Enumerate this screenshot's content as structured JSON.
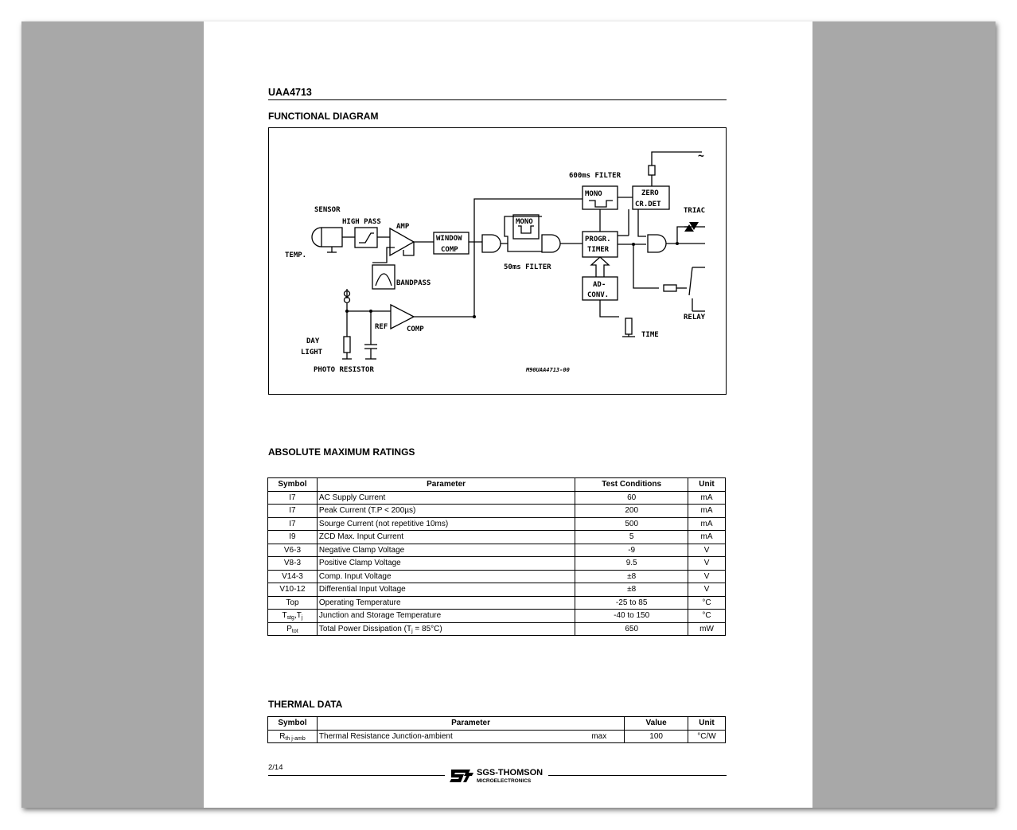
{
  "document": {
    "part_number": "UAA4713",
    "page_number": "2/14",
    "brand": {
      "name": "SGS-THOMSON",
      "sub": "MICROELECTRONICS"
    }
  },
  "sections": {
    "functional_diagram": "FUNCTIONAL  DIAGRAM",
    "absolute_max": "ABSOLUTE MAXIMUM RATINGS",
    "thermal": "THERMAL DATA"
  },
  "diagram": {
    "labels": {
      "sensor": "SENSOR",
      "high_pass": "HIGH PASS",
      "amp": "AMP",
      "temp": "TEMP.",
      "bandpass": "BANDPASS",
      "window_1": "WINDOW",
      "window_2": "COMP",
      "mono_top": "MONO",
      "mono_mid": "MONO",
      "filter_600": "600ms FILTER",
      "filter_50": "50ms FILTER",
      "progr_1": "PROGR.",
      "progr_2": "TIMER",
      "zero_1": "ZERO",
      "zero_2": "CR.DET",
      "triac": "TRIAC",
      "relay": "RELAY",
      "ad_1": "AD-",
      "ad_2": "CONV.",
      "time": "TIME",
      "ref": "REF",
      "comp": "COMP",
      "day": "DAY",
      "light": "LIGHT",
      "photo_resistor": "PHOTO RESISTOR",
      "ac_symbol": "~",
      "code": "M90UAA4713-00"
    }
  },
  "ratings": {
    "headers": [
      "Symbol",
      "Parameter",
      "Test Conditions",
      "Unit"
    ],
    "rows": [
      {
        "symbol": "I7",
        "parameter": "AC Supply Current",
        "value": "60",
        "unit": "mA"
      },
      {
        "symbol": "I7",
        "parameter": "Peak Current (T.P < 200µs)",
        "value": "200",
        "unit": "mA"
      },
      {
        "symbol": "I7",
        "parameter": "Sourge Current (not repetitive 10ms)",
        "value": "500",
        "unit": "mA"
      },
      {
        "symbol": "I9",
        "parameter": "ZCD Max. Input Current",
        "value": "5",
        "unit": "mA"
      },
      {
        "symbol": "V6-3",
        "parameter": "Negative Clamp Voltage",
        "value": "-9",
        "unit": "V"
      },
      {
        "symbol": "V8-3",
        "parameter": "Positive Clamp Voltage",
        "value": "9.5",
        "unit": "V"
      },
      {
        "symbol": "V14-3",
        "parameter": "Comp. Input Voltage",
        "value": "±8",
        "unit": "V"
      },
      {
        "symbol": "V10-12",
        "parameter": "Differential Input Voltage",
        "value": "±8",
        "unit": "V"
      },
      {
        "symbol": "Top",
        "parameter": "Operating Temperature",
        "value": "-25 to  85",
        "unit": "°C"
      }
    ],
    "tstg": {
      "sym_main": "T",
      "sym_sub": "stg",
      "sym_sep": ",T",
      "sym_sub2": "j",
      "parameter": "Junction and Storage Temperature",
      "value": "-40 to 150",
      "unit": "°C"
    },
    "ptot": {
      "sym_main": "P",
      "sym_sub": "tot",
      "param_a": "Total Power Dissipation (T",
      "param_sub": "j",
      "param_b": " = 85°C)",
      "value": "650",
      "unit": "mW"
    }
  },
  "thermal": {
    "headers": [
      "Symbol",
      "Parameter",
      "Value",
      "Unit"
    ],
    "row": {
      "sym_main": "R",
      "sym_sub": "th j-amb",
      "parameter": "Thermal Resistance Junction-ambient",
      "qualifier": "max",
      "value": "100",
      "unit": "°C/W"
    }
  }
}
